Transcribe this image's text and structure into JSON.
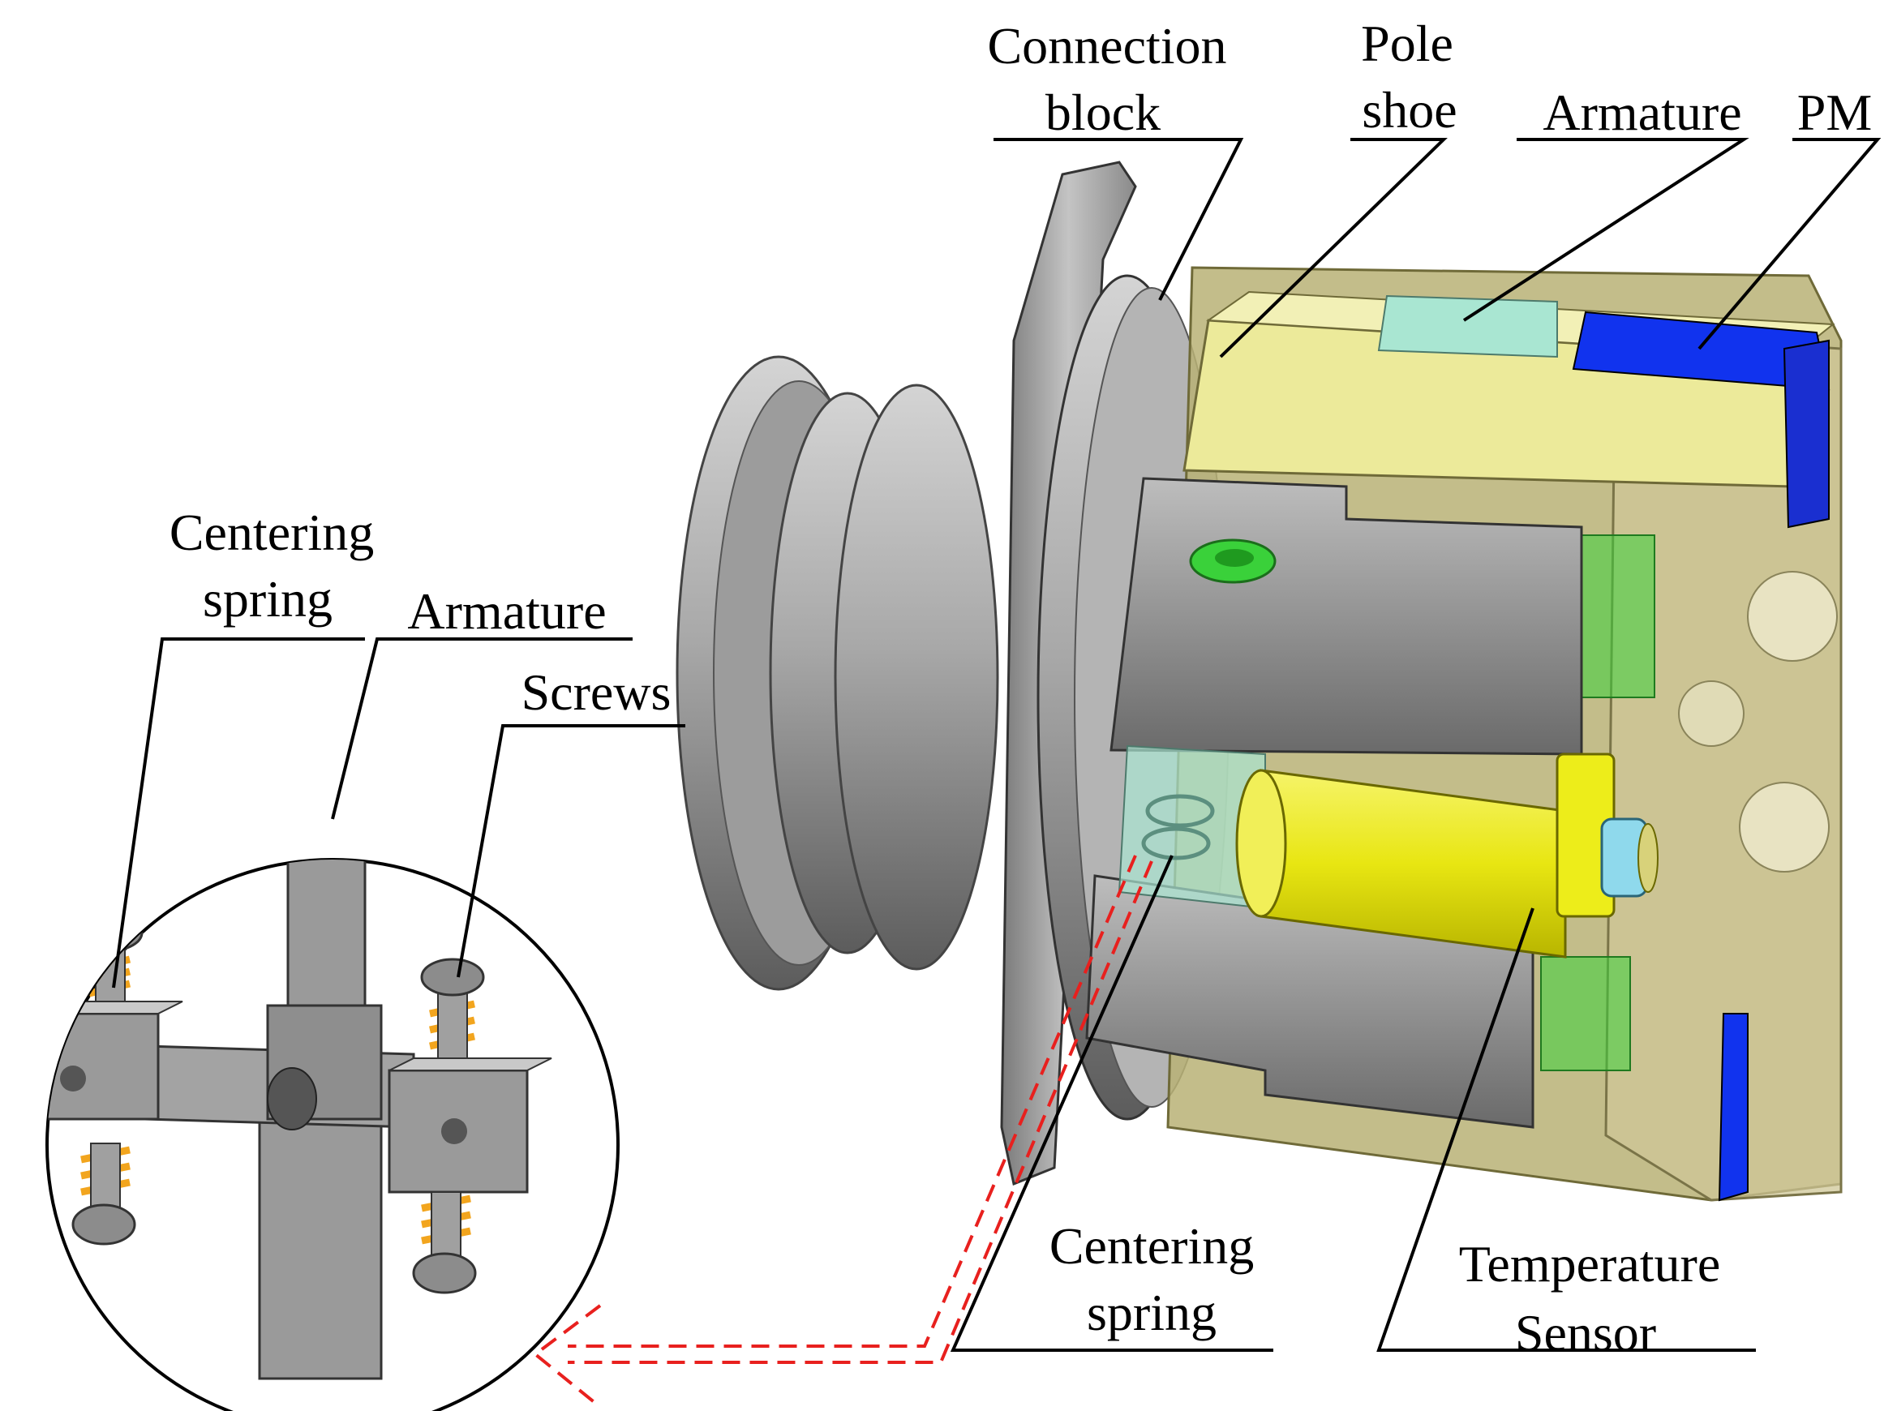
{
  "labels": {
    "connection_block_1": "Connection",
    "connection_block_2": "block",
    "pole_shoe_1": "Pole",
    "pole_shoe_2": "shoe",
    "armature_top": "Armature",
    "pm": "PM",
    "centering_spring_left_1": "Centering",
    "centering_spring_left_2": "spring",
    "armature_left": "Armature",
    "screws": "Screws",
    "centering_spring_bottom_1": "Centering",
    "centering_spring_bottom_2": "spring",
    "temperature_sensor_1": "Temperature",
    "temperature_sensor_2": "Sensor"
  },
  "colors": {
    "steel_dark": "#6e6e6e",
    "steel_mid": "#9a9a9a",
    "steel_light": "#c8c8c8",
    "housing_olive": "#b5ad74",
    "pole_shoe_yellow": "#ecea9a",
    "armature_cyan": "#a9e6d2",
    "pm_blue": "#1133ee",
    "sensor_yellow": "#eded1a",
    "spring_orange": "#f2a51e",
    "green_part": "#3ad13a",
    "arrow_red": "#e8201e"
  }
}
